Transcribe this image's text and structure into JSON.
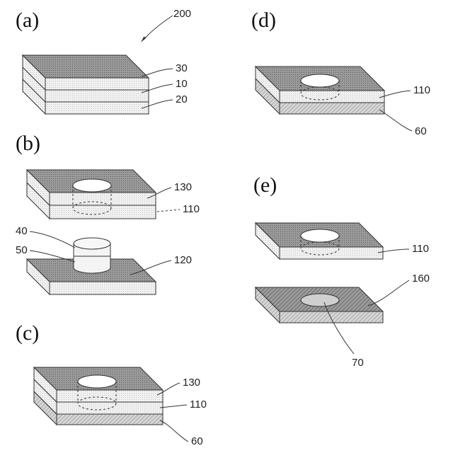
{
  "panels": {
    "a": {
      "label": "(a)"
    },
    "b": {
      "label": "(b)"
    },
    "c": {
      "label": "(c)"
    },
    "d": {
      "label": "(d)"
    },
    "e": {
      "label": "(e)"
    }
  },
  "refs": {
    "r200": "200",
    "r30": "30",
    "r10": "10",
    "r20": "20",
    "r130b": "130",
    "r110b": "110",
    "r40": "40",
    "r50": "50",
    "r120": "120",
    "r130c": "130",
    "r110c": "110",
    "r60c": "60",
    "r110d": "110",
    "r60d": "60",
    "r110e": "110",
    "r160": "160",
    "r70": "70"
  },
  "colors": {
    "dot_top": "#8e8e8e",
    "light_side": "#ececec",
    "hatch_side": "#b9b9b9",
    "hatch_top": "#7a7a7a",
    "hole_fill": "#ffffff",
    "cylinder_fill": "#f4f4f4",
    "disk_70": "#cfcfcf"
  }
}
